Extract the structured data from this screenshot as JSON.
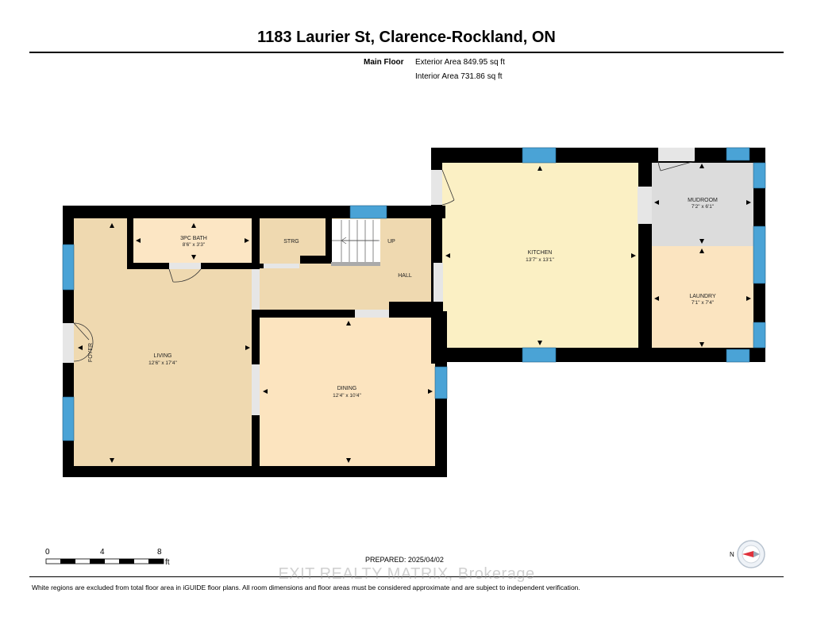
{
  "header": {
    "title": "1183 Laurier St, Clarence-Rockland, ON"
  },
  "areas": {
    "floor": "Main Floor",
    "exterior": "Exterior Area 849.95 sq ft",
    "interior": "Interior Area 731.86 sq ft"
  },
  "rooms": {
    "living": {
      "name": "LIVING",
      "dims": "12'6\" x 17'4\""
    },
    "bath": {
      "name": "3PC BATH",
      "dims": "8'6\" x 3'3\""
    },
    "storage": {
      "name": "STRG"
    },
    "hall": {
      "name": "HALL"
    },
    "up": {
      "name": "UP"
    },
    "dining": {
      "name": "DINING",
      "dims": "12'4\" x 10'4\""
    },
    "kitchen": {
      "name": "KITCHEN",
      "dims": "13'7\" x 13'1\""
    },
    "mudroom": {
      "name": "MUDROOM",
      "dims": "7'2\" x 6'1\""
    },
    "laundry": {
      "name": "LAUNDRY",
      "dims": "7'1\" x 7'4\""
    },
    "foyer": {
      "name": "FOYER"
    }
  },
  "scale": {
    "ticks": [
      "0",
      "4",
      "8"
    ],
    "unit": "ft"
  },
  "prepared": "PREPARED: 2025/04/02",
  "watermark": "EXIT REALTY MATRIX, Brokerage",
  "disclaimer": "White regions are excluded from total floor area in iGUIDE floor plans. All room dimensions and floor areas must be considered approximate and are subject to independent verification.",
  "compass": {
    "label": "N"
  },
  "colors": {
    "wall": "#000000",
    "window": "#4aa3d6",
    "living": "#efd9b0",
    "dining": "#fce4bf",
    "kitchen": "#fbf0c4",
    "mudroom": "#dcdcdc",
    "laundry": "#fbe4c0",
    "compass_needle": "#e0323c"
  }
}
